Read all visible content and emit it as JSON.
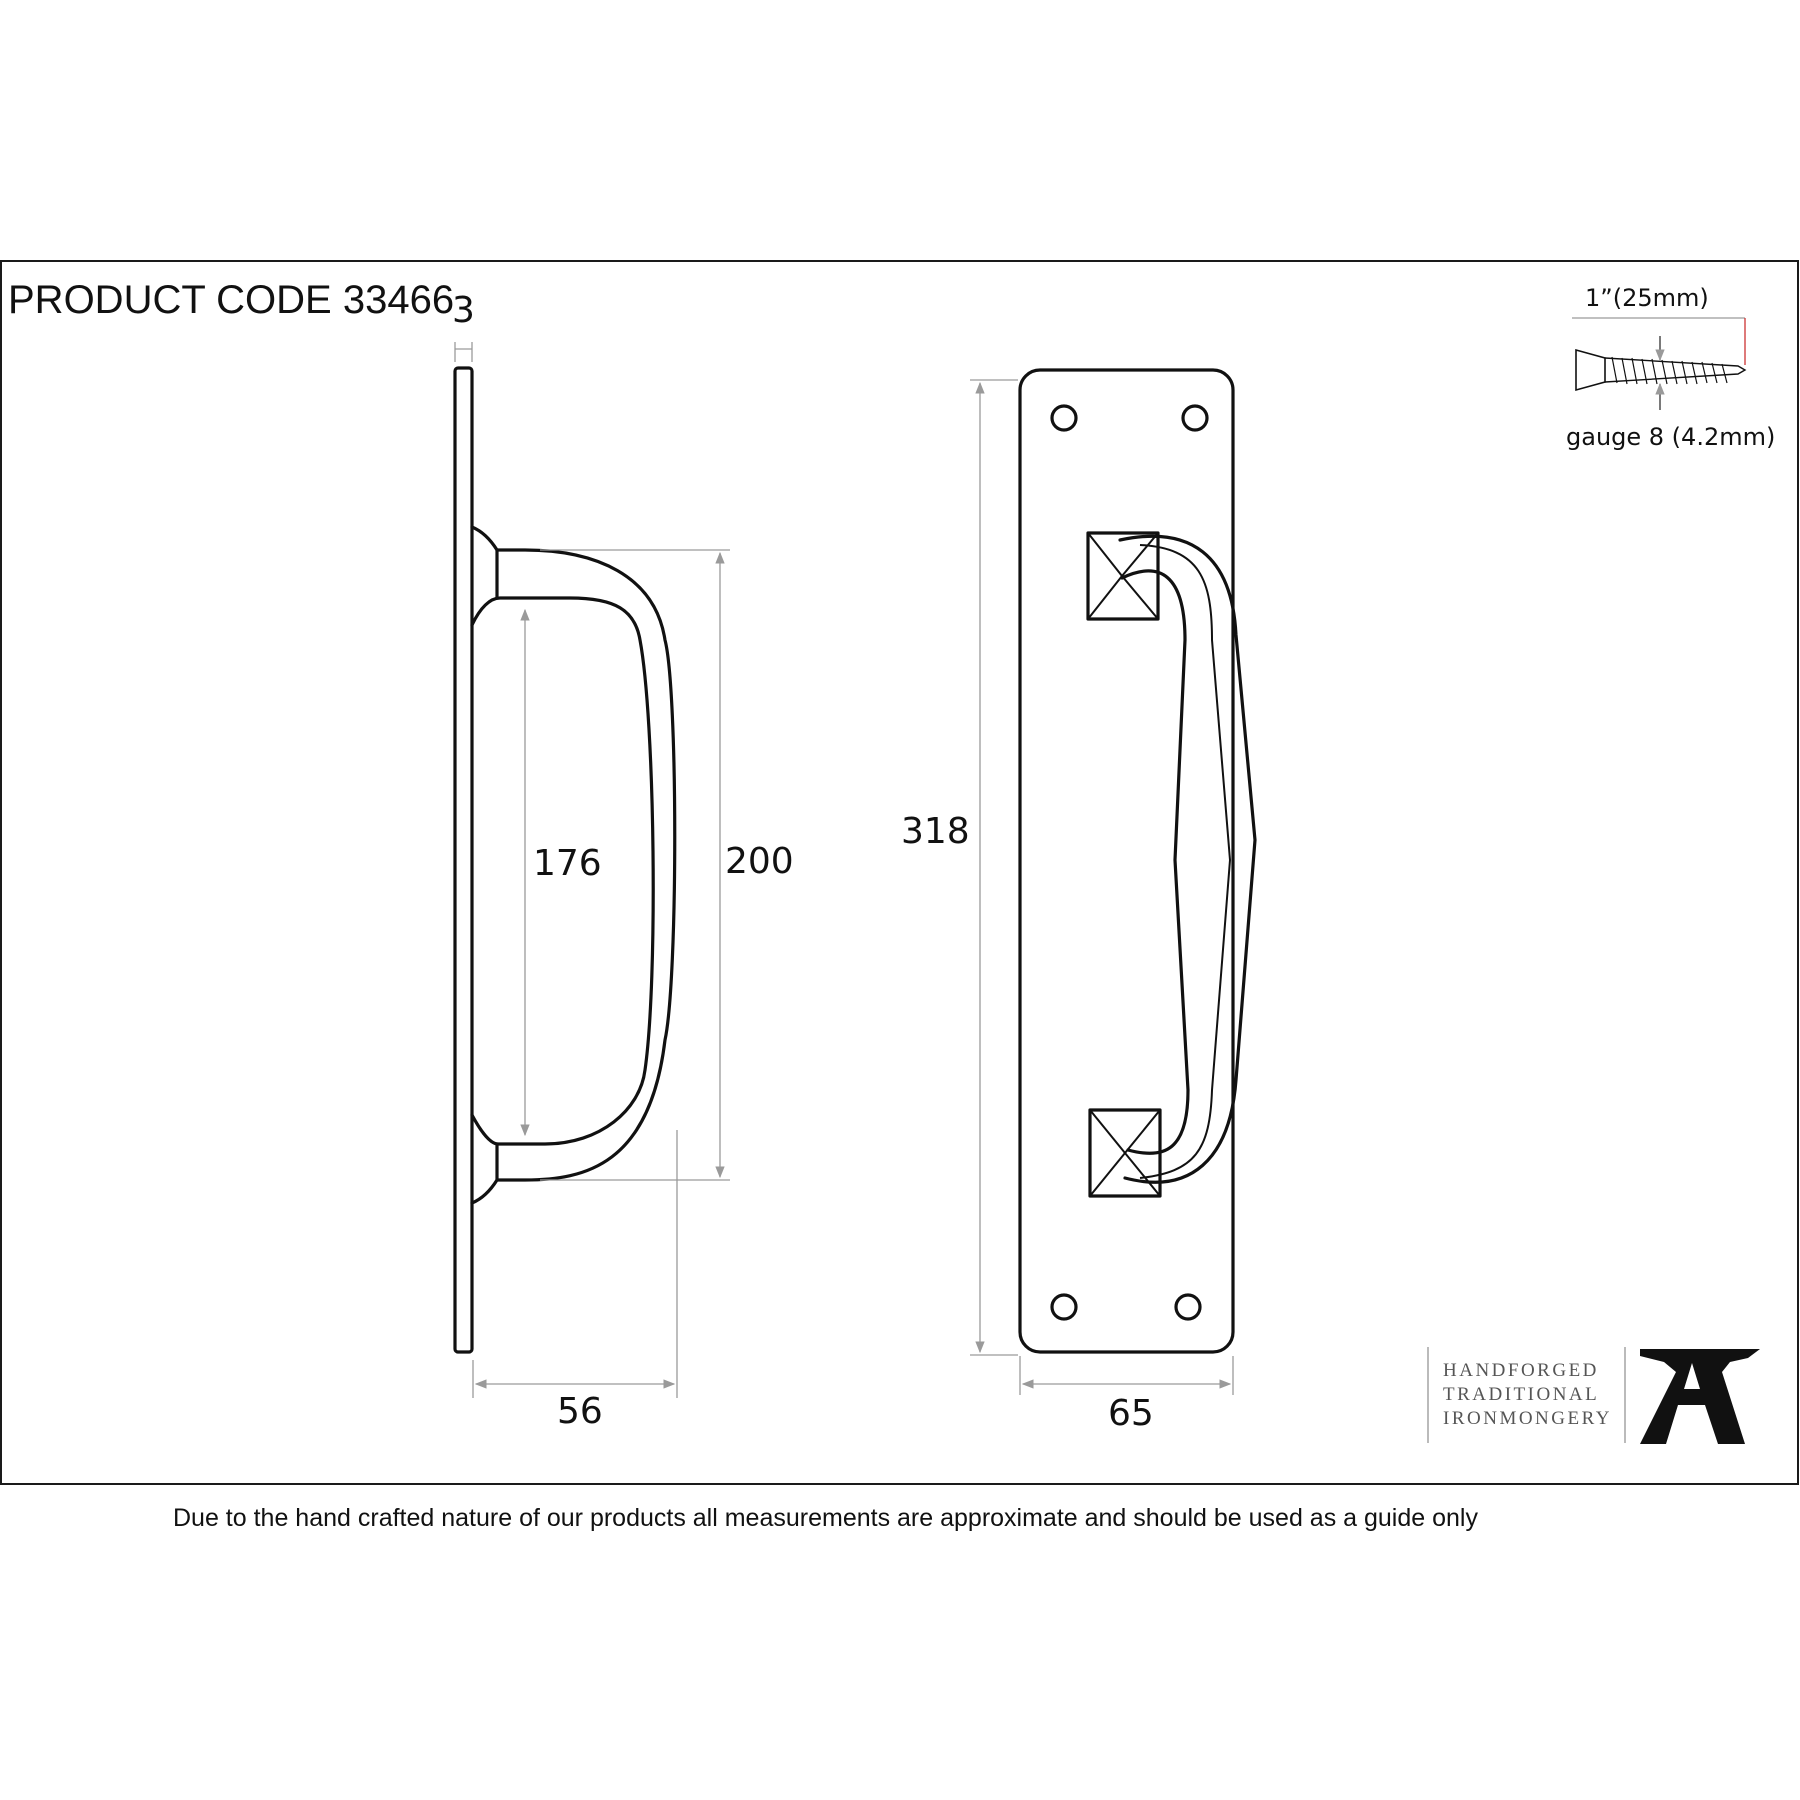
{
  "header": {
    "product_code": "PRODUCT CODE 33466"
  },
  "dimensions": {
    "plate_thickness": "3",
    "inner_length": "176",
    "handle_centres": "200",
    "projection": "56",
    "plate_length": "318",
    "plate_width": "65"
  },
  "screw": {
    "length": "1”(25mm)",
    "gauge": "gauge 8 (4.2mm)"
  },
  "brand": {
    "lines": [
      "HANDFORGED",
      "TRADITIONAL",
      "IRONMONGERY"
    ],
    "logo_icon": "anvil-logo-icon"
  },
  "footer": {
    "disclaimer": "Due to the hand crafted nature of our products all measurements are approximate and should be used as a guide only"
  }
}
